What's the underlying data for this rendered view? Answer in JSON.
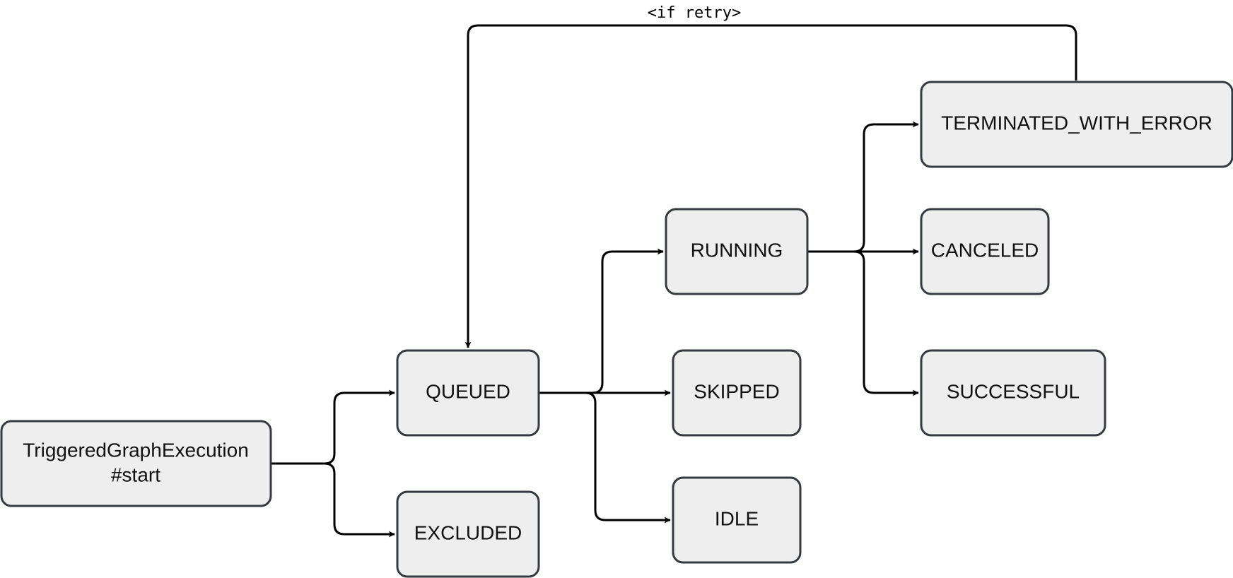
{
  "diagram": {
    "nodes": {
      "start": {
        "line1": "TriggeredGraphExecution",
        "line2": "#start"
      },
      "queued": "QUEUED",
      "excluded": "EXCLUDED",
      "running": "RUNNING",
      "skipped": "SKIPPED",
      "idle": "IDLE",
      "terminated": "TERMINATED_WITH_ERROR",
      "canceled": "CANCELED",
      "successful": "SUCCESSFUL"
    },
    "edges": [
      {
        "from": "start",
        "to": "queued"
      },
      {
        "from": "start",
        "to": "excluded"
      },
      {
        "from": "queued",
        "to": "running"
      },
      {
        "from": "queued",
        "to": "skipped"
      },
      {
        "from": "queued",
        "to": "idle"
      },
      {
        "from": "running",
        "to": "terminated"
      },
      {
        "from": "running",
        "to": "canceled"
      },
      {
        "from": "running",
        "to": "successful"
      },
      {
        "from": "terminated",
        "to": "queued",
        "label": "<if retry>"
      }
    ],
    "retry_label": "<if retry>"
  },
  "colors": {
    "node_fill": "#eeeeee",
    "node_stroke": "#36393d",
    "edge": "#000000"
  }
}
